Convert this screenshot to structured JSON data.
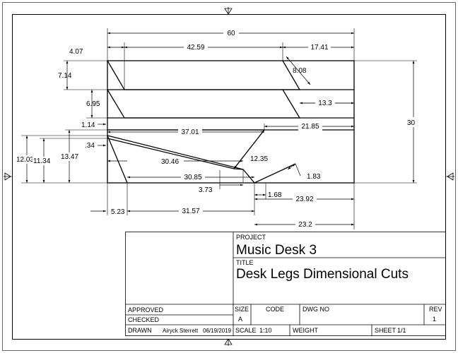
{
  "drawing": {
    "dimensions": {
      "d60": "60",
      "d4_07": "4.07",
      "d42_59": "42.59",
      "d17_41": "17.41",
      "d7_14": "7.14",
      "d8_08": "8.08",
      "d6_95": "6.95",
      "d13_3": "13.3",
      "d30": "30",
      "d1_14": "1.14",
      "d37_01": "37.01",
      "d21_85": "21.85",
      "d_34": ".34",
      "d12_03": "12.03",
      "d11_34": "11.34",
      "d13_47": "13.47",
      "d30_46": "30.46",
      "d12_35": "12.35",
      "d1_83": "1.83",
      "d30_85": "30.85",
      "d3_73": "3.73",
      "d1_68": "1.68",
      "d23_92": "23.92",
      "d5_23": "5.23",
      "d31_57": "31.57",
      "d23_2": "23.2"
    }
  },
  "title_block": {
    "project_label": "PROJECT",
    "project_value": "Music Desk 3",
    "title_label": "TITLE",
    "title_value": "Desk Legs Dimensional Cuts",
    "approved_label": "APPROVED",
    "checked_label": "CHECKED",
    "drawn_label": "DRAWN",
    "drawn_by": "Airyck Sterrett",
    "drawn_date": "06/19/2019",
    "size_label": "SIZE",
    "size_value": "A",
    "code_label": "CODE",
    "dwg_label": "DWG NO",
    "rev_label": "REV",
    "rev_value": "1",
    "scale_label": "SCALE",
    "scale_value": "1:10",
    "weight_label": "WEIGHT",
    "sheet_label": "SHEET",
    "sheet_value": "1/1"
  }
}
